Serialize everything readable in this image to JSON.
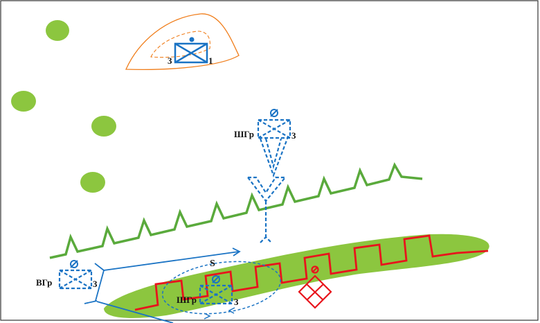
{
  "labels": {
    "hq_left": "3",
    "hq_right": "1",
    "upper_group": "ШГр",
    "upper_group_num": "3",
    "left_group": "ВГр",
    "left_group_num": "3",
    "lower_group": "ШГр",
    "lower_group_num": "3",
    "sector": "S"
  },
  "colors": {
    "friendly": "#1a73c4",
    "enemy": "#e8141c",
    "terrain": "#f07d1a",
    "vegetation": "#8cc63f",
    "trench": "#5aaa3c"
  }
}
